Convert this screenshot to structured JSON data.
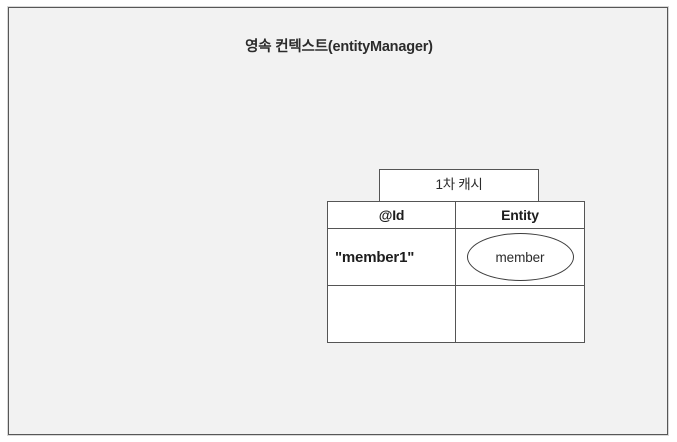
{
  "diagram": {
    "title": "영속 컨텍스트(entityManager)",
    "background_color": "#f2f2f2",
    "border_color": "#575757"
  },
  "cache_box": {
    "label": "1차 캐시"
  },
  "cache_table": {
    "columns": [
      {
        "key": "id",
        "header": "@Id"
      },
      {
        "key": "entity",
        "header": "Entity"
      }
    ],
    "rows": [
      {
        "id": "\"member1\"",
        "entity_shape": "ellipse",
        "entity_label": "member"
      },
      {
        "id": "",
        "entity_shape": "none",
        "entity_label": ""
      }
    ]
  }
}
